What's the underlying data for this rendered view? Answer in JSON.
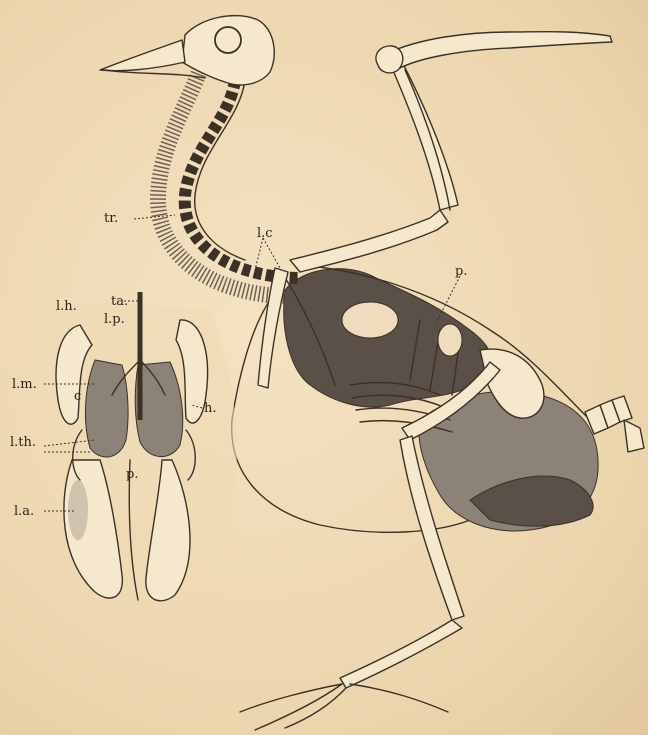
{
  "figure": {
    "labels": {
      "trachea": "tr.",
      "lung_entrance": "l.c",
      "posterior_sac": "p.",
      "humeral": "l.h.",
      "tracheal": "ta.",
      "lung_pair": "l.p.",
      "mesial": "l.m.",
      "humerus_h": "h.",
      "thoracic": "l.th.",
      "abdominal": "l.a.",
      "inset_p": "p.",
      "inset_c": "c"
    }
  }
}
